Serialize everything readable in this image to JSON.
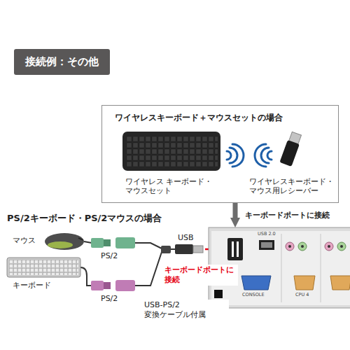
{
  "diagram": {
    "title": "接続例：その他",
    "nodes": [
      {
        "text": [
          "ワイヤレスキーボード＋マウスセットの場合",
          "ワイヤレス キーボード・マウスセット",
          "ワイヤレスキーボード・ マウス用レシーバー"
        ]
      },
      {
        "text": [
          "USB 2.0",
          "CONSOLE",
          "CPU 4"
        ]
      }
    ],
    "edges": [
      {
        "from": 0,
        "to": 1,
        "arrow": "to",
        "label": "キーボードポートに接続"
      }
    ],
    "labels": [
      "PS/2キーボード・PS/2マウスの場合",
      "マウス",
      "キーボード",
      "PS/2",
      "PS/2",
      "USB",
      "キーボードポートに 接続",
      "USB-PS/2 変換ケーブル付属"
    ]
  }
}
